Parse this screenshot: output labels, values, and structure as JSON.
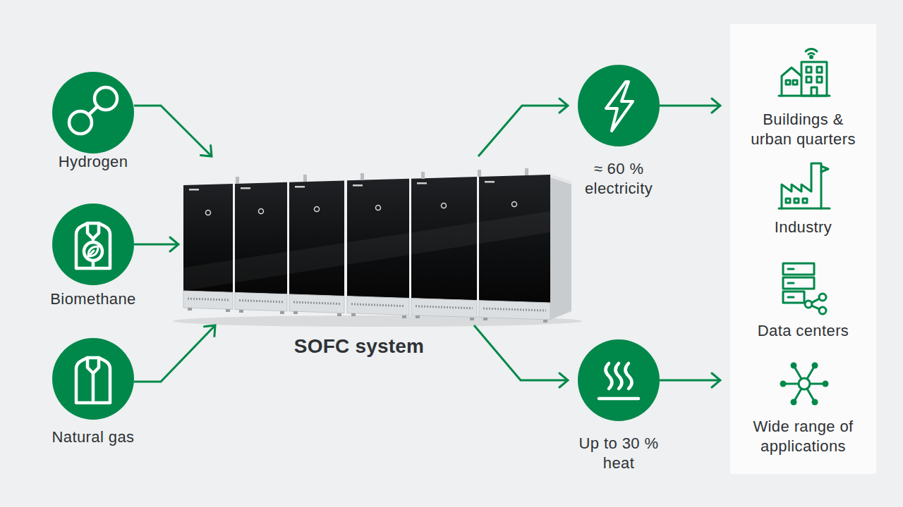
{
  "diagram": {
    "nodes": [
      {
        "text": [
          "Hydrogen"
        ]
      },
      {
        "text": [
          "Biomethane"
        ]
      },
      {
        "text": [
          "Natural gas"
        ]
      },
      {
        "text": [
          "SOFC system"
        ]
      },
      {
        "text": [
          "≈ 60 % electricity"
        ]
      },
      {
        "text": [
          "Up to 30 % heat"
        ]
      },
      {
        "text": [
          "Buildings & urban quarters",
          "Industry",
          "Data centers",
          "Wide range of applications"
        ]
      }
    ],
    "edges": [
      {
        "from": 0,
        "to": 3,
        "arrow": "to"
      },
      {
        "from": 1,
        "to": 3,
        "arrow": "to"
      },
      {
        "from": 2,
        "to": 3,
        "arrow": "to"
      },
      {
        "from": 3,
        "to": 4,
        "arrow": "to"
      },
      {
        "from": 3,
        "to": 5,
        "arrow": "to"
      },
      {
        "from": 4,
        "to": 6,
        "arrow": "to"
      },
      {
        "from": 5,
        "to": 6,
        "arrow": "to"
      }
    ]
  }
}
